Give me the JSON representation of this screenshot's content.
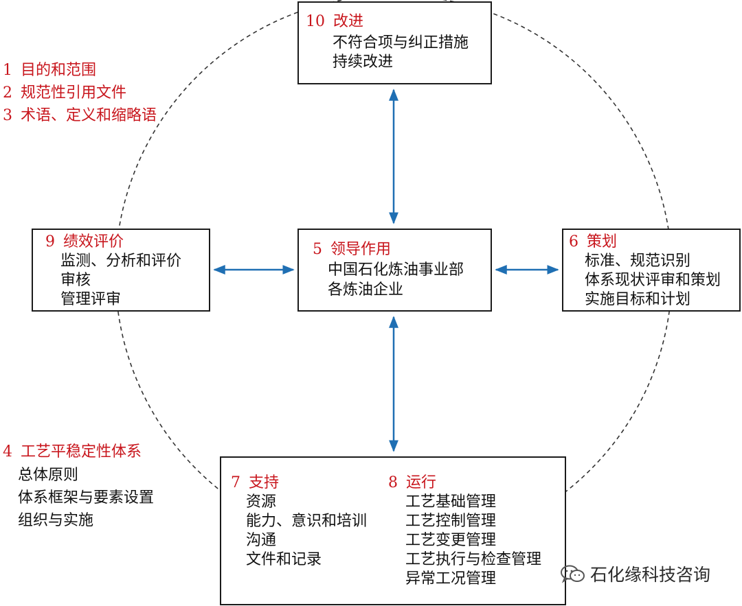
{
  "colors": {
    "arrow": "#1f6fb3",
    "accent_red": "#c8161d",
    "text": "#111111",
    "border": "#1a1a1a",
    "dashed_circle": "#333333"
  },
  "top_left_list": [
    {
      "num": "1",
      "label": "目的和范围"
    },
    {
      "num": "2",
      "label": "规范性引用文件"
    },
    {
      "num": "3",
      "label": "术语、定义和缩略语"
    }
  ],
  "bottom_left_list": {
    "num": "4",
    "heading": "工艺平稳定性体系",
    "items": [
      "总体原则",
      "体系框架与要素设置",
      "组织与实施"
    ]
  },
  "box_10": {
    "num": "10",
    "title": "改进",
    "items": [
      "不符合项与纠正措施",
      "持续改进"
    ]
  },
  "box_5": {
    "num": "5",
    "title": "领导作用",
    "items": [
      "中国石化炼油事业部",
      "各炼油企业"
    ]
  },
  "box_9": {
    "num": "9",
    "title": "绩效评价",
    "items": [
      "监测、分析和评价",
      "审核",
      "管理评审"
    ]
  },
  "box_6": {
    "num": "6",
    "title": "策划",
    "items": [
      "标准、规范识别",
      "体系现状评审和策划",
      "实施目标和计划"
    ]
  },
  "box_7": {
    "num": "7",
    "title": "支持",
    "items": [
      "资源",
      "能力、意识和培训",
      "沟通",
      "文件和记录"
    ]
  },
  "box_8": {
    "num": "8",
    "title": "运行",
    "items": [
      "工艺基础管理",
      "工艺控制管理",
      "工艺变更管理",
      "工艺执行与检查管理",
      "异常工况管理"
    ]
  },
  "watermark": {
    "text": "石化缘科技咨询",
    "icon": "wechat-icon"
  }
}
